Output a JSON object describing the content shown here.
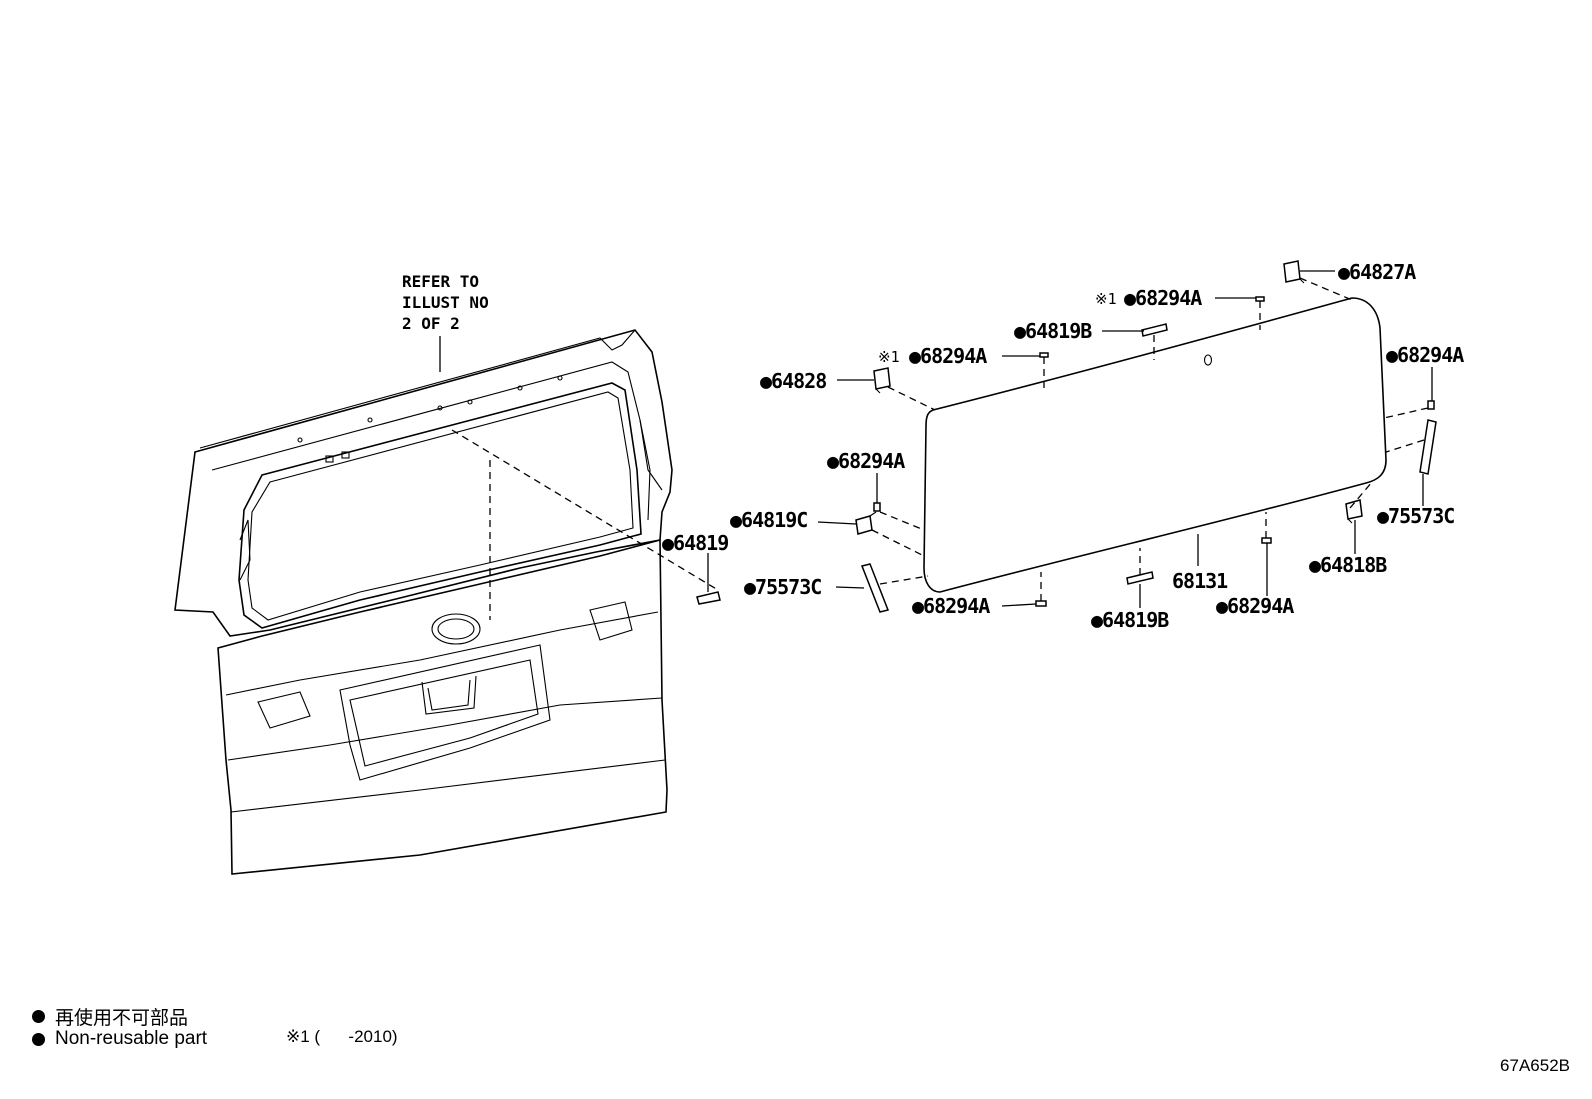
{
  "refer_note": [
    "REFER TO",
    "ILLUST NO",
    "2 OF 2"
  ],
  "parts": {
    "p_64827A": "●64827A",
    "p_68294A_top_mark": "※1",
    "p_68294A_top": "●68294A",
    "p_64819B_top": "●64819B",
    "p_68294A_left_mark": "※1",
    "p_68294A_left": "●68294A",
    "p_64828": "●64828",
    "p_68294A_right": "●68294A",
    "p_68294A_side": "●68294A",
    "p_64819C": "●64819C",
    "p_64819": "●64819",
    "p_75573C_right": "●75573C",
    "p_75573C_left": "●75573C",
    "p_68294A_bottom_left": "●68294A",
    "p_68131": "68131",
    "p_64818B": "●64818B",
    "p_64819B_bottom": "●64819B",
    "p_68294A_bottom_right": "●68294A"
  },
  "legend": {
    "japanese": "再使用不可部品",
    "english": "Non-reusable part",
    "remark": "※1 (      -2010)"
  },
  "diagram_code": "67A652B"
}
